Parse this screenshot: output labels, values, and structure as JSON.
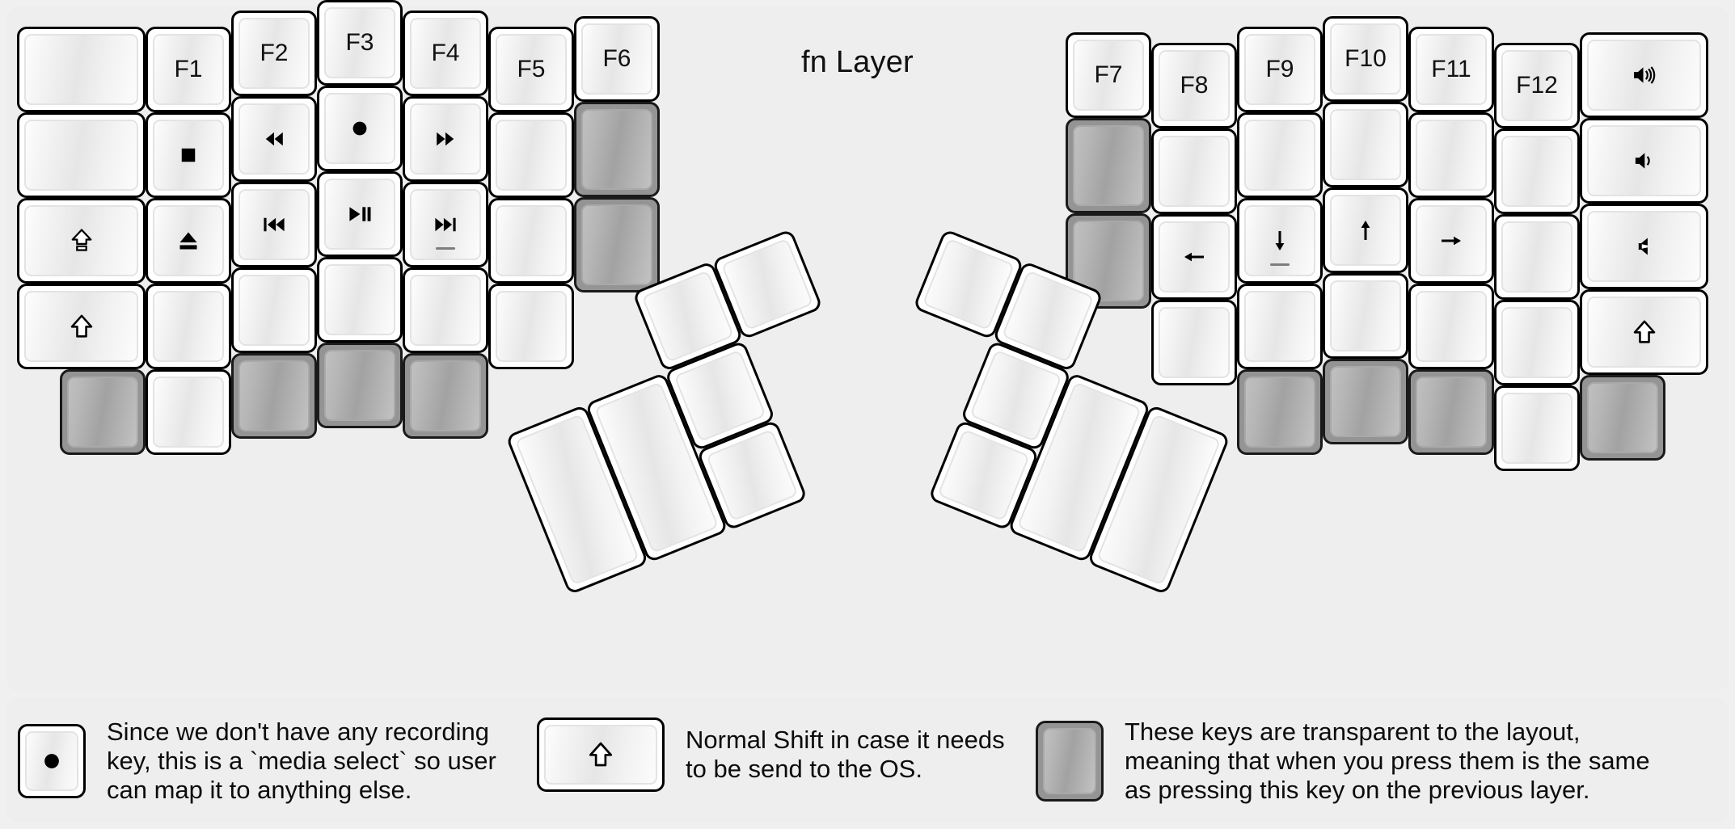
{
  "title": "fn Layer",
  "colors": {
    "background": "#f0f0f0",
    "panel": "#eeeeee",
    "key_face": "#ffffff",
    "key_border": "#000000",
    "transparent_key": "#949494",
    "text": "#111111"
  },
  "icons": {
    "caps_lock": "caps-lock-icon",
    "shift": "shift-icon",
    "stop": "media-stop-icon",
    "eject": "media-eject-icon",
    "record": "media-record-icon",
    "rewind": "media-rewind-icon",
    "fast_forward": "media-fast-forward-icon",
    "prev_track": "media-prev-track-icon",
    "next_track": "media-next-track-icon",
    "play_pause": "media-play-pause-icon",
    "volume_up": "volume-up-icon",
    "volume_down": "volume-down-icon",
    "mute": "volume-mute-icon",
    "arrow_left": "arrow-left-icon",
    "arrow_down": "arrow-down-icon",
    "arrow_up": "arrow-up-icon",
    "arrow_right": "arrow-right-icon"
  },
  "left_half": {
    "columns": [
      {
        "name": "col-pinky-outer",
        "keys": [
          {
            "id": "l-c0-r0",
            "label": "",
            "icon": "",
            "transparent": false
          },
          {
            "id": "l-c0-r1",
            "label": "",
            "icon": "",
            "transparent": false
          },
          {
            "id": "l-c0-r2",
            "label": "",
            "icon": "caps-lock-icon",
            "transparent": false
          },
          {
            "id": "l-c0-r3",
            "label": "",
            "icon": "shift-icon",
            "transparent": false
          },
          {
            "id": "l-c0-r4",
            "label": "",
            "icon": "",
            "transparent": true
          }
        ]
      },
      {
        "name": "col-pinky",
        "keys": [
          {
            "id": "l-c1-r0",
            "label": "F1",
            "icon": "",
            "transparent": false
          },
          {
            "id": "l-c1-r1",
            "label": "",
            "icon": "media-stop-icon",
            "transparent": false
          },
          {
            "id": "l-c1-r2",
            "label": "",
            "icon": "media-eject-icon",
            "transparent": false
          },
          {
            "id": "l-c1-r3",
            "label": "",
            "icon": "",
            "transparent": false
          },
          {
            "id": "l-c1-r4",
            "label": "",
            "icon": "",
            "transparent": false
          }
        ]
      },
      {
        "name": "col-ring",
        "keys": [
          {
            "id": "l-c2-r0",
            "label": "F2",
            "icon": "",
            "transparent": false
          },
          {
            "id": "l-c2-r1",
            "label": "",
            "icon": "media-rewind-icon",
            "transparent": false
          },
          {
            "id": "l-c2-r2",
            "label": "",
            "icon": "media-prev-track-icon",
            "transparent": false
          },
          {
            "id": "l-c2-r3",
            "label": "",
            "icon": "",
            "transparent": false
          },
          {
            "id": "l-c2-r4",
            "label": "",
            "icon": "",
            "transparent": true
          }
        ]
      },
      {
        "name": "col-middle",
        "keys": [
          {
            "id": "l-c3-r0",
            "label": "F3",
            "icon": "",
            "transparent": false
          },
          {
            "id": "l-c3-r1",
            "label": "",
            "icon": "media-record-icon",
            "transparent": false
          },
          {
            "id": "l-c3-r2",
            "label": "",
            "icon": "media-play-pause-icon",
            "transparent": false
          },
          {
            "id": "l-c3-r3",
            "label": "",
            "icon": "",
            "transparent": false
          },
          {
            "id": "l-c3-r4",
            "label": "",
            "icon": "",
            "transparent": true
          }
        ]
      },
      {
        "name": "col-index",
        "keys": [
          {
            "id": "l-c4-r0",
            "label": "F4",
            "icon": "",
            "transparent": false
          },
          {
            "id": "l-c4-r1",
            "label": "",
            "icon": "media-fast-forward-icon",
            "transparent": false
          },
          {
            "id": "l-c4-r2",
            "label": "",
            "icon": "media-next-track-icon",
            "transparent": false
          },
          {
            "id": "l-c4-r3",
            "label": "",
            "icon": "",
            "transparent": false
          },
          {
            "id": "l-c4-r4",
            "label": "",
            "icon": "",
            "transparent": true
          }
        ]
      },
      {
        "name": "col-index-inner",
        "keys": [
          {
            "id": "l-c5-r0",
            "label": "F5",
            "icon": "",
            "transparent": false
          },
          {
            "id": "l-c5-r1",
            "label": "",
            "icon": "",
            "transparent": false
          },
          {
            "id": "l-c5-r2",
            "label": "",
            "icon": "",
            "transparent": false
          },
          {
            "id": "l-c5-r3",
            "label": "",
            "icon": "",
            "transparent": false
          }
        ]
      },
      {
        "name": "col-extra",
        "keys": [
          {
            "id": "l-c6-r0",
            "label": "F6",
            "icon": "",
            "transparent": false
          },
          {
            "id": "l-c6-r1",
            "label": "",
            "icon": "",
            "transparent": true
          },
          {
            "id": "l-c6-r2",
            "label": "",
            "icon": "",
            "transparent": true
          }
        ]
      }
    ],
    "thumb_cluster": [
      {
        "id": "l-t-big1",
        "label": "",
        "icon": "",
        "transparent": false
      },
      {
        "id": "l-t-big2",
        "label": "",
        "icon": "",
        "transparent": false
      },
      {
        "id": "l-t-s1",
        "label": "",
        "icon": "",
        "transparent": false
      },
      {
        "id": "l-t-s2",
        "label": "",
        "icon": "",
        "transparent": false
      },
      {
        "id": "l-t-s3",
        "label": "",
        "icon": "",
        "transparent": false
      },
      {
        "id": "l-t-s4",
        "label": "",
        "icon": "",
        "transparent": false
      }
    ]
  },
  "right_half": {
    "columns": [
      {
        "name": "col-extra",
        "keys": [
          {
            "id": "r-c0-r0",
            "label": "F7",
            "icon": "",
            "transparent": false
          },
          {
            "id": "r-c0-r1",
            "label": "",
            "icon": "",
            "transparent": true
          },
          {
            "id": "r-c0-r2",
            "label": "",
            "icon": "",
            "transparent": true
          }
        ]
      },
      {
        "name": "col-index-inner",
        "keys": [
          {
            "id": "r-c1-r0",
            "label": "F8",
            "icon": "",
            "transparent": false
          },
          {
            "id": "r-c1-r1",
            "label": "",
            "icon": "",
            "transparent": false
          },
          {
            "id": "r-c1-r2",
            "label": "",
            "icon": "arrow-left-icon",
            "transparent": false
          },
          {
            "id": "r-c1-r3",
            "label": "",
            "icon": "",
            "transparent": false
          }
        ]
      },
      {
        "name": "col-index",
        "keys": [
          {
            "id": "r-c2-r0",
            "label": "F9",
            "icon": "",
            "transparent": false
          },
          {
            "id": "r-c2-r1",
            "label": "",
            "icon": "",
            "transparent": false
          },
          {
            "id": "r-c2-r2",
            "label": "",
            "icon": "arrow-down-icon",
            "transparent": false
          },
          {
            "id": "r-c2-r3",
            "label": "",
            "icon": "",
            "transparent": false
          },
          {
            "id": "r-c2-r4",
            "label": "",
            "icon": "",
            "transparent": true
          }
        ]
      },
      {
        "name": "col-middle",
        "keys": [
          {
            "id": "r-c3-r0",
            "label": "F10",
            "icon": "",
            "transparent": false
          },
          {
            "id": "r-c3-r1",
            "label": "",
            "icon": "",
            "transparent": false
          },
          {
            "id": "r-c3-r2",
            "label": "",
            "icon": "arrow-up-icon",
            "transparent": false
          },
          {
            "id": "r-c3-r3",
            "label": "",
            "icon": "",
            "transparent": false
          },
          {
            "id": "r-c3-r4",
            "label": "",
            "icon": "",
            "transparent": true
          }
        ]
      },
      {
        "name": "col-ring",
        "keys": [
          {
            "id": "r-c4-r0",
            "label": "F11",
            "icon": "",
            "transparent": false
          },
          {
            "id": "r-c4-r1",
            "label": "",
            "icon": "",
            "transparent": false
          },
          {
            "id": "r-c4-r2",
            "label": "",
            "icon": "arrow-right-icon",
            "transparent": false
          },
          {
            "id": "r-c4-r3",
            "label": "",
            "icon": "",
            "transparent": false
          },
          {
            "id": "r-c4-r4",
            "label": "",
            "icon": "",
            "transparent": true
          }
        ]
      },
      {
        "name": "col-pinky",
        "keys": [
          {
            "id": "r-c5-r0",
            "label": "F12",
            "icon": "",
            "transparent": false
          },
          {
            "id": "r-c5-r1",
            "label": "",
            "icon": "",
            "transparent": false
          },
          {
            "id": "r-c5-r2",
            "label": "",
            "icon": "",
            "transparent": false
          },
          {
            "id": "r-c5-r3",
            "label": "",
            "icon": "",
            "transparent": false
          },
          {
            "id": "r-c5-r4",
            "label": "",
            "icon": "",
            "transparent": false
          }
        ]
      },
      {
        "name": "col-pinky-outer",
        "keys": [
          {
            "id": "r-c6-r0",
            "label": "",
            "icon": "volume-up-icon",
            "transparent": false
          },
          {
            "id": "r-c6-r1",
            "label": "",
            "icon": "volume-down-icon",
            "transparent": false
          },
          {
            "id": "r-c6-r2",
            "label": "",
            "icon": "volume-mute-icon",
            "transparent": false
          },
          {
            "id": "r-c6-r3",
            "label": "",
            "icon": "shift-icon",
            "transparent": false
          },
          {
            "id": "r-c6-r4",
            "label": "",
            "icon": "",
            "transparent": true
          }
        ]
      }
    ],
    "thumb_cluster": [
      {
        "id": "r-t-big1",
        "label": "",
        "icon": "",
        "transparent": false
      },
      {
        "id": "r-t-big2",
        "label": "",
        "icon": "",
        "transparent": false
      },
      {
        "id": "r-t-s1",
        "label": "",
        "icon": "",
        "transparent": false
      },
      {
        "id": "r-t-s2",
        "label": "",
        "icon": "",
        "transparent": false
      },
      {
        "id": "r-t-s3",
        "label": "",
        "icon": "",
        "transparent": false
      },
      {
        "id": "r-t-s4",
        "label": "",
        "icon": "",
        "transparent": false
      }
    ]
  },
  "legend": [
    {
      "id": "legend-record",
      "icon": "media-record-icon",
      "transparent": false,
      "text": "Since we don't have any recording\nkey, this is a `media select` so user\ncan map it to anything else."
    },
    {
      "id": "legend-shift",
      "icon": "shift-icon",
      "transparent": false,
      "text": "Normal Shift in case it needs\nto be send to the OS."
    },
    {
      "id": "legend-transparent",
      "icon": "",
      "transparent": true,
      "text": "These keys are transparent to the layout,\nmeaning that when you press them is the same\nas pressing this key on the previous layer."
    }
  ]
}
